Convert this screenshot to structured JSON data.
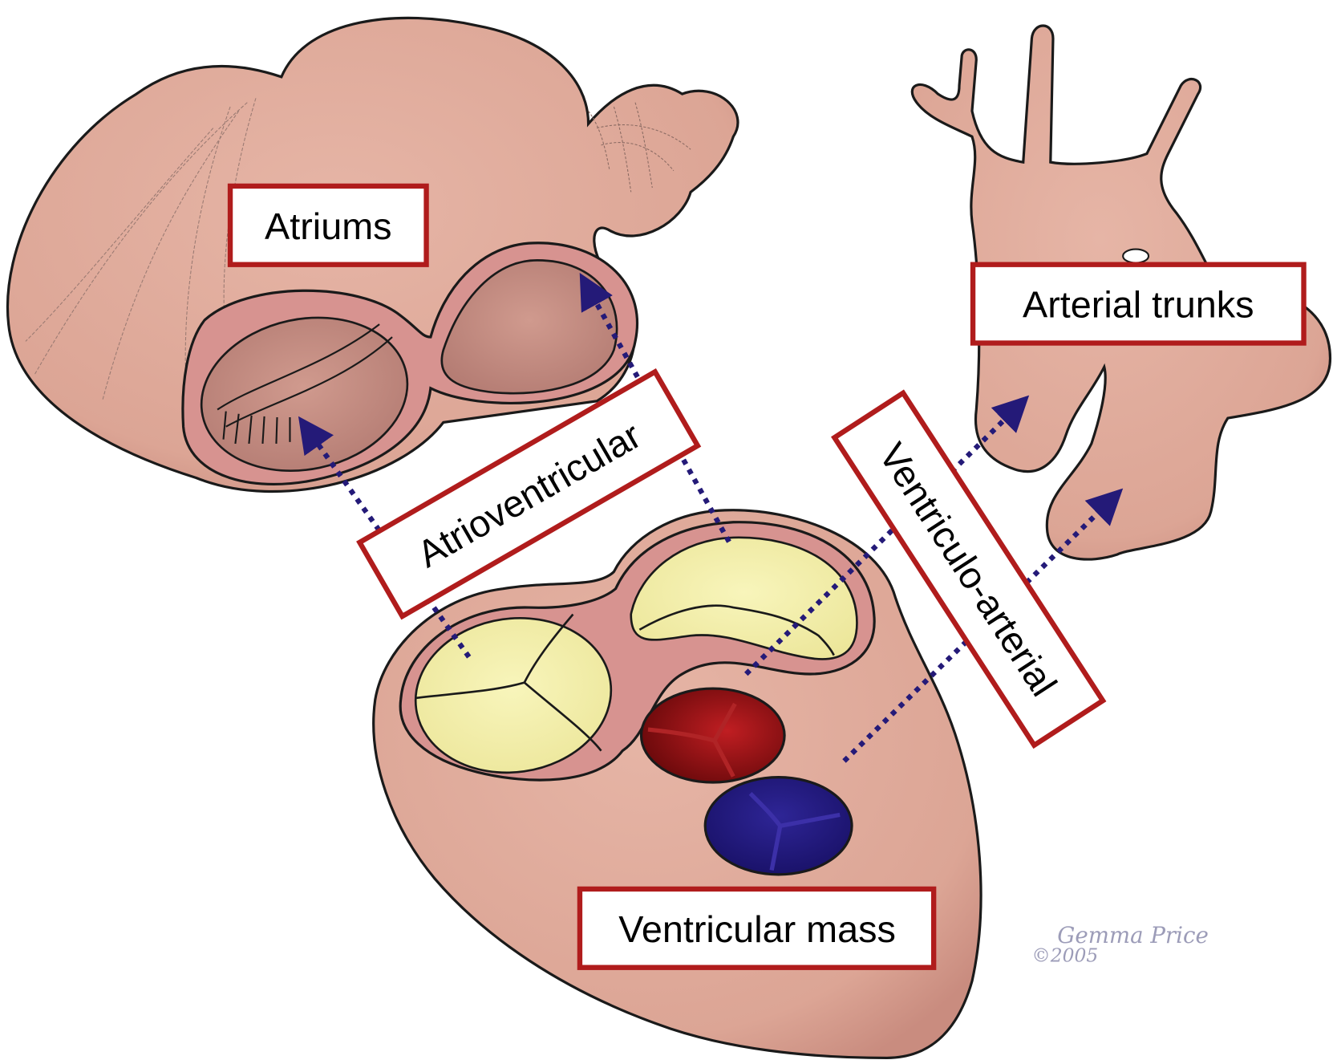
{
  "figure": {
    "title": "Segmental components of the heart",
    "labels": {
      "atriums": "Atriums",
      "arterial_trunks": "Arterial trunks",
      "atrioventricular": "Atrioventricular",
      "ventriculo_arterial": "Ventriculo-arterial",
      "ventricular_mass": "Ventricular mass"
    },
    "signature": {
      "name": "Gemma Price",
      "copyright": "©2005"
    },
    "colors": {
      "tissue": "#dea99a",
      "tissue_dark": "#c98b80",
      "ring": "#d48f8c",
      "label_border": "#b01c1c",
      "connector": "#241a78",
      "av_valve": "#f4f0a8",
      "aortic_valve": "#a8181a",
      "pulmonary_valve": "#231a80"
    }
  }
}
